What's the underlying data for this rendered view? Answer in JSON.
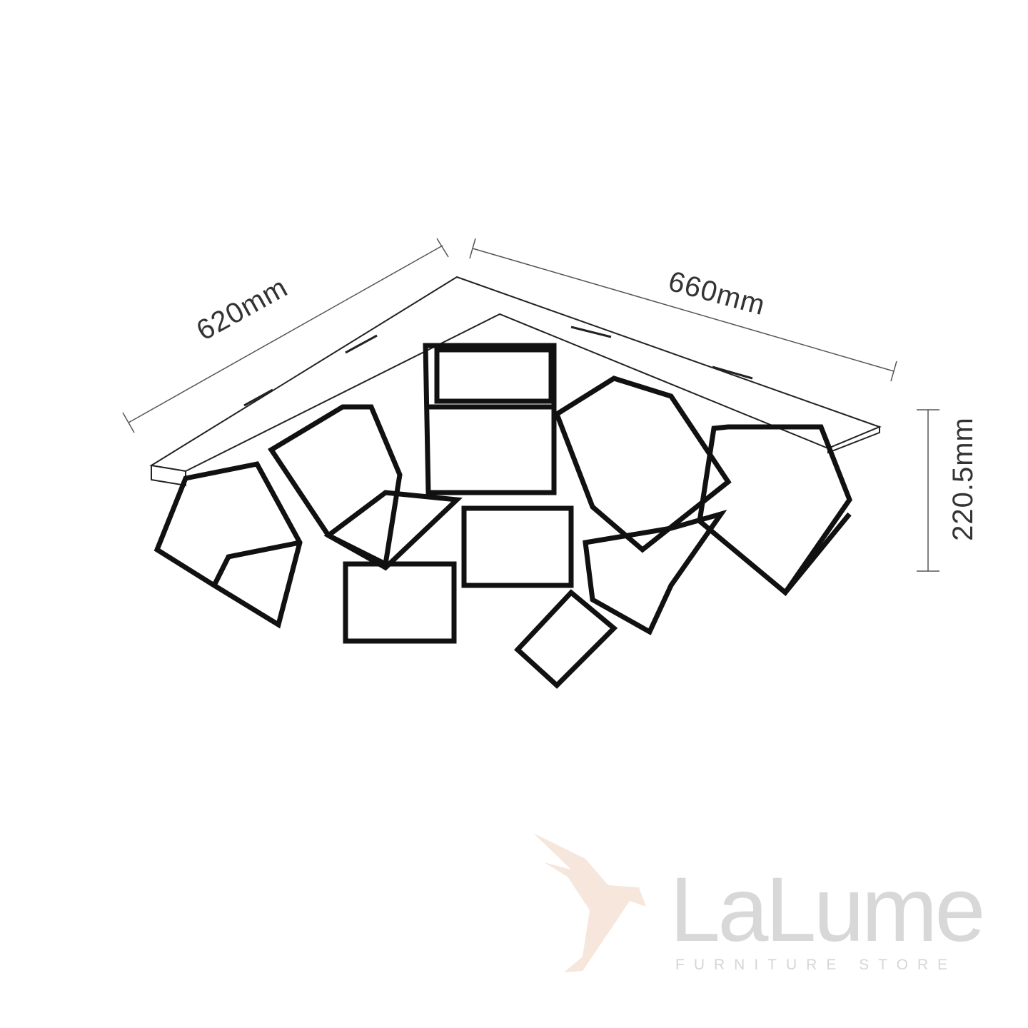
{
  "dimensions": {
    "depth": "620mm",
    "width": "660mm",
    "height": "220.5mm"
  },
  "logo": {
    "name": "LaLume",
    "tagline": "FURNITURE STORE"
  },
  "colors": {
    "line": "#111111",
    "dim_line": "#555555",
    "logo_text": "#d8d8d8",
    "logo_bird": "#f6e6dc"
  }
}
